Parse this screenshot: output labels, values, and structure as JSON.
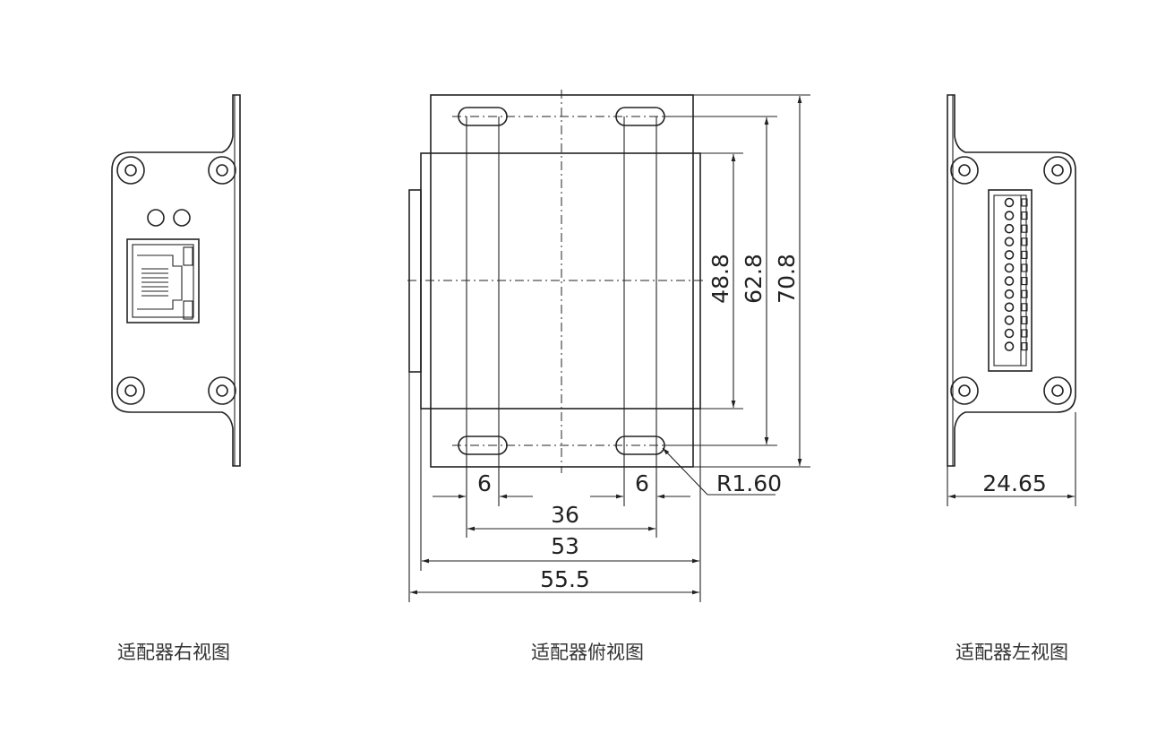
{
  "captions": {
    "right_view": "适配器右视图",
    "top_view": "适配器俯视图",
    "left_view": "适配器左视图"
  },
  "dimensions": {
    "slot_width_left": "6",
    "slot_width_right": "6",
    "slot_spacing": "36",
    "body_width": "53",
    "overall_width": "55.5",
    "inner_height": "48.8",
    "slot_height": "62.8",
    "overall_height": "70.8",
    "radius": "R1.60",
    "side_depth": "24.65"
  }
}
